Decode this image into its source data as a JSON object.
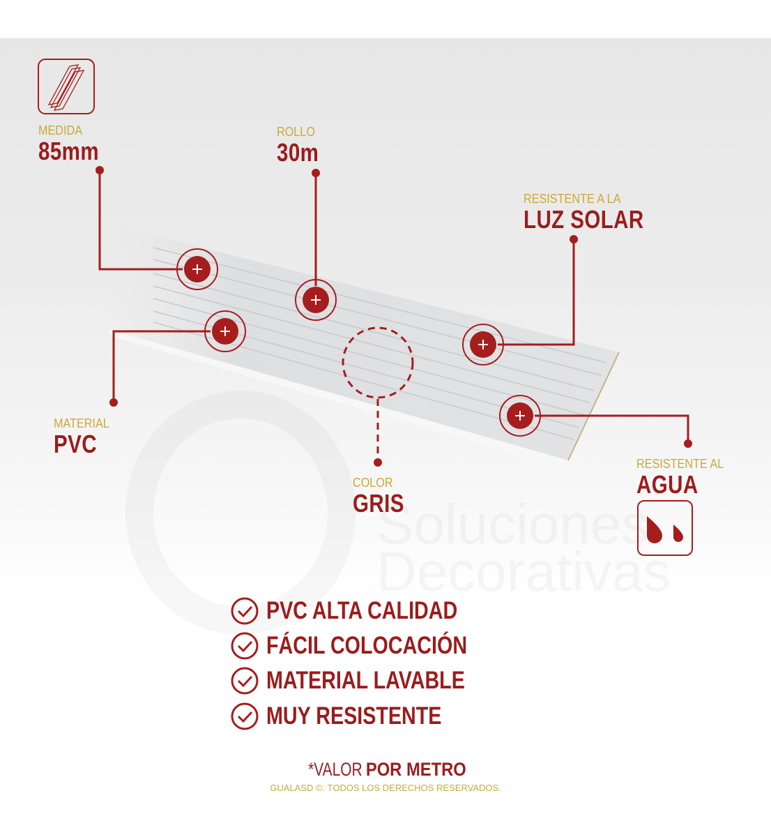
{
  "watermark": {
    "line1": "Soluciones",
    "line2": "Decorativas"
  },
  "specs": {
    "medida": {
      "label": "MEDIDA",
      "value": "85mm"
    },
    "rollo": {
      "label": "ROLLO",
      "value": "30m"
    },
    "luz_solar": {
      "label": "RESISTENTE A LA",
      "value": "LUZ SOLAR"
    },
    "material": {
      "label": "MATERIAL",
      "value": "PVC"
    },
    "color": {
      "label": "COLOR",
      "value": "GRIS"
    },
    "agua": {
      "label": "RESISTENTE AL",
      "value": "AGUA"
    }
  },
  "features": [
    {
      "text": "PVC ALTA CALIDAD"
    },
    {
      "text": "FÁCIL COLOCACIÓN"
    },
    {
      "text": "MATERIAL LAVABLE"
    },
    {
      "text": "MUY RESISTENTE"
    }
  ],
  "footer": {
    "prefix": "*VALOR ",
    "bold": "POR METRO",
    "copyright": "GUALASD ©. TODOS LOS DERECHOS RESERVADOS."
  },
  "colors": {
    "accent": "#9b1c1c",
    "label": "#c9a93a"
  }
}
